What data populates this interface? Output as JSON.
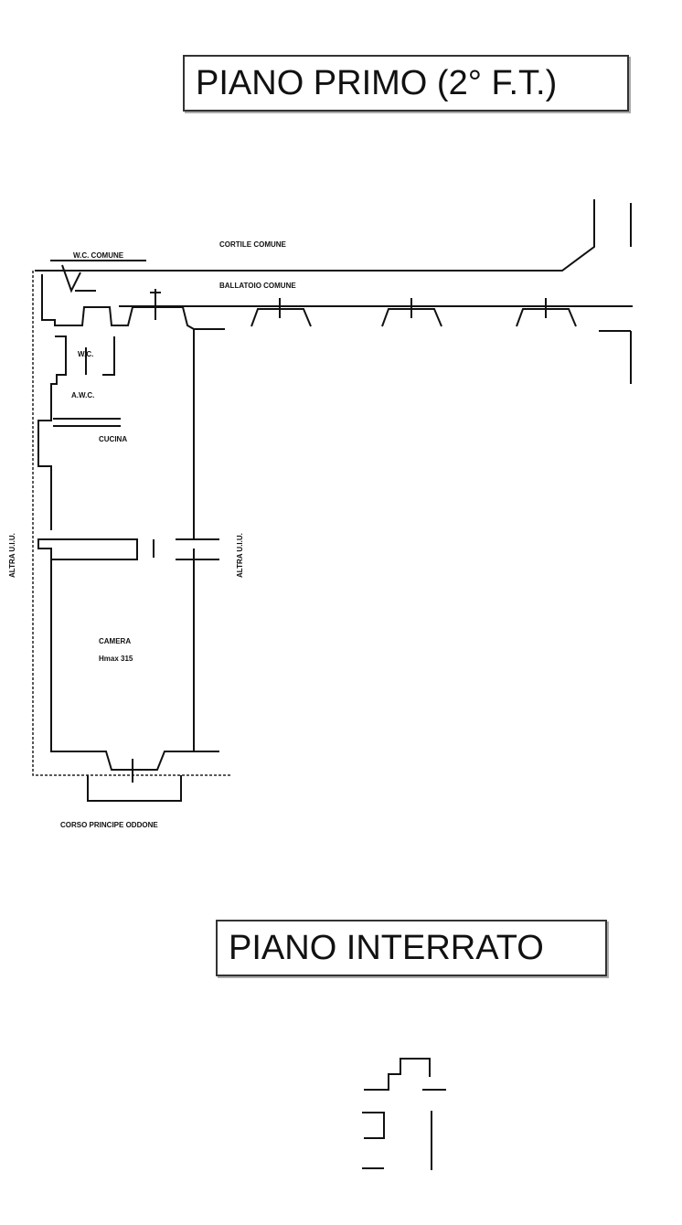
{
  "titles": {
    "first_floor": "PIANO PRIMO (2° F.T.)",
    "basement": "PIANO INTERRATO"
  },
  "labels": {
    "courtyard": "CORTILE COMUNE",
    "wc_common": "W.C. COMUNE",
    "balcony": "BALLATOIO COMUNE",
    "wc": "W.C.",
    "anti_wc": "A.W.C.",
    "kitchen": "CUCINA",
    "room": "CAMERA",
    "height": "Hmax 315",
    "other_unit_left": "ALTRA U.I.U.",
    "other_unit_right": "ALTRA U.I.U.",
    "street": "CORSO PRINCIPE ODDONE"
  }
}
